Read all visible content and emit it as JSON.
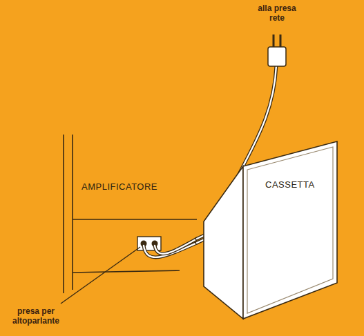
{
  "diagram": {
    "nodes": [
      {
        "text": [
          "AMPLIFICATORE"
        ]
      },
      {
        "text": [
          "CASSETTA"
        ]
      }
    ],
    "edges": [
      {
        "from": 0,
        "to": 1,
        "arrow": "none"
      }
    ],
    "labels": [
      "alla presa rete",
      "presa per altoparlante"
    ]
  }
}
